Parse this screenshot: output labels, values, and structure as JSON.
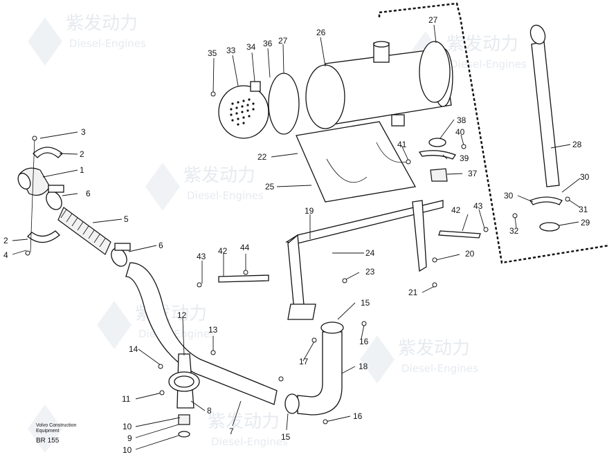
{
  "watermark": {
    "cn": "紫发动力",
    "en": "Diesel-Engines"
  },
  "footer": {
    "brand_line1": "Volvo Construction",
    "brand_line2": "Equipment",
    "code": "BR 155"
  },
  "callouts": {
    "c1": "1",
    "c2a": "2",
    "c2b": "2",
    "c3": "3",
    "c4": "4",
    "c5": "5",
    "c6a": "6",
    "c6b": "6",
    "c7": "7",
    "c8": "8",
    "c9": "9",
    "c10a": "10",
    "c10b": "10",
    "c11": "11",
    "c12": "12",
    "c13": "13",
    "c14": "14",
    "c15a": "15",
    "c15b": "15",
    "c16a": "16",
    "c16b": "16",
    "c17": "17",
    "c18": "18",
    "c19": "19",
    "c20": "20",
    "c21": "21",
    "c22": "22",
    "c23": "23",
    "c24": "24",
    "c25": "25",
    "c26": "26",
    "c27a": "27",
    "c27b": "27",
    "c28": "28",
    "c29": "29",
    "c30a": "30",
    "c30b": "30",
    "c31": "31",
    "c32": "32",
    "c33": "33",
    "c34": "34",
    "c35": "35",
    "c36": "36",
    "c37": "37",
    "c38": "38",
    "c39": "39",
    "c40": "40",
    "c41": "41",
    "c42a": "42",
    "c42b": "42",
    "c43a": "43",
    "c43b": "43",
    "c44": "44"
  }
}
